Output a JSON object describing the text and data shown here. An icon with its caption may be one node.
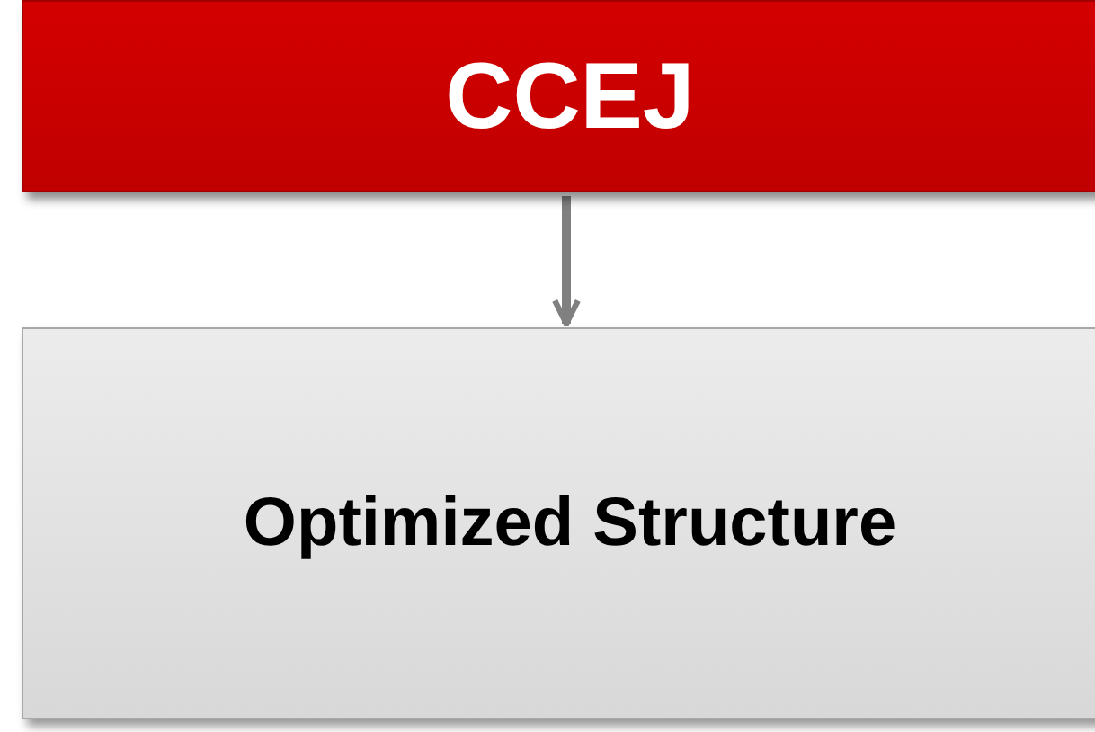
{
  "diagram": {
    "nodes": [
      {
        "text": [
          "CCEJ"
        ]
      },
      {
        "text": [
          "Optimized Structure"
        ]
      }
    ],
    "edges": [
      {
        "from": 0,
        "to": 1,
        "arrow": "to"
      }
    ]
  }
}
